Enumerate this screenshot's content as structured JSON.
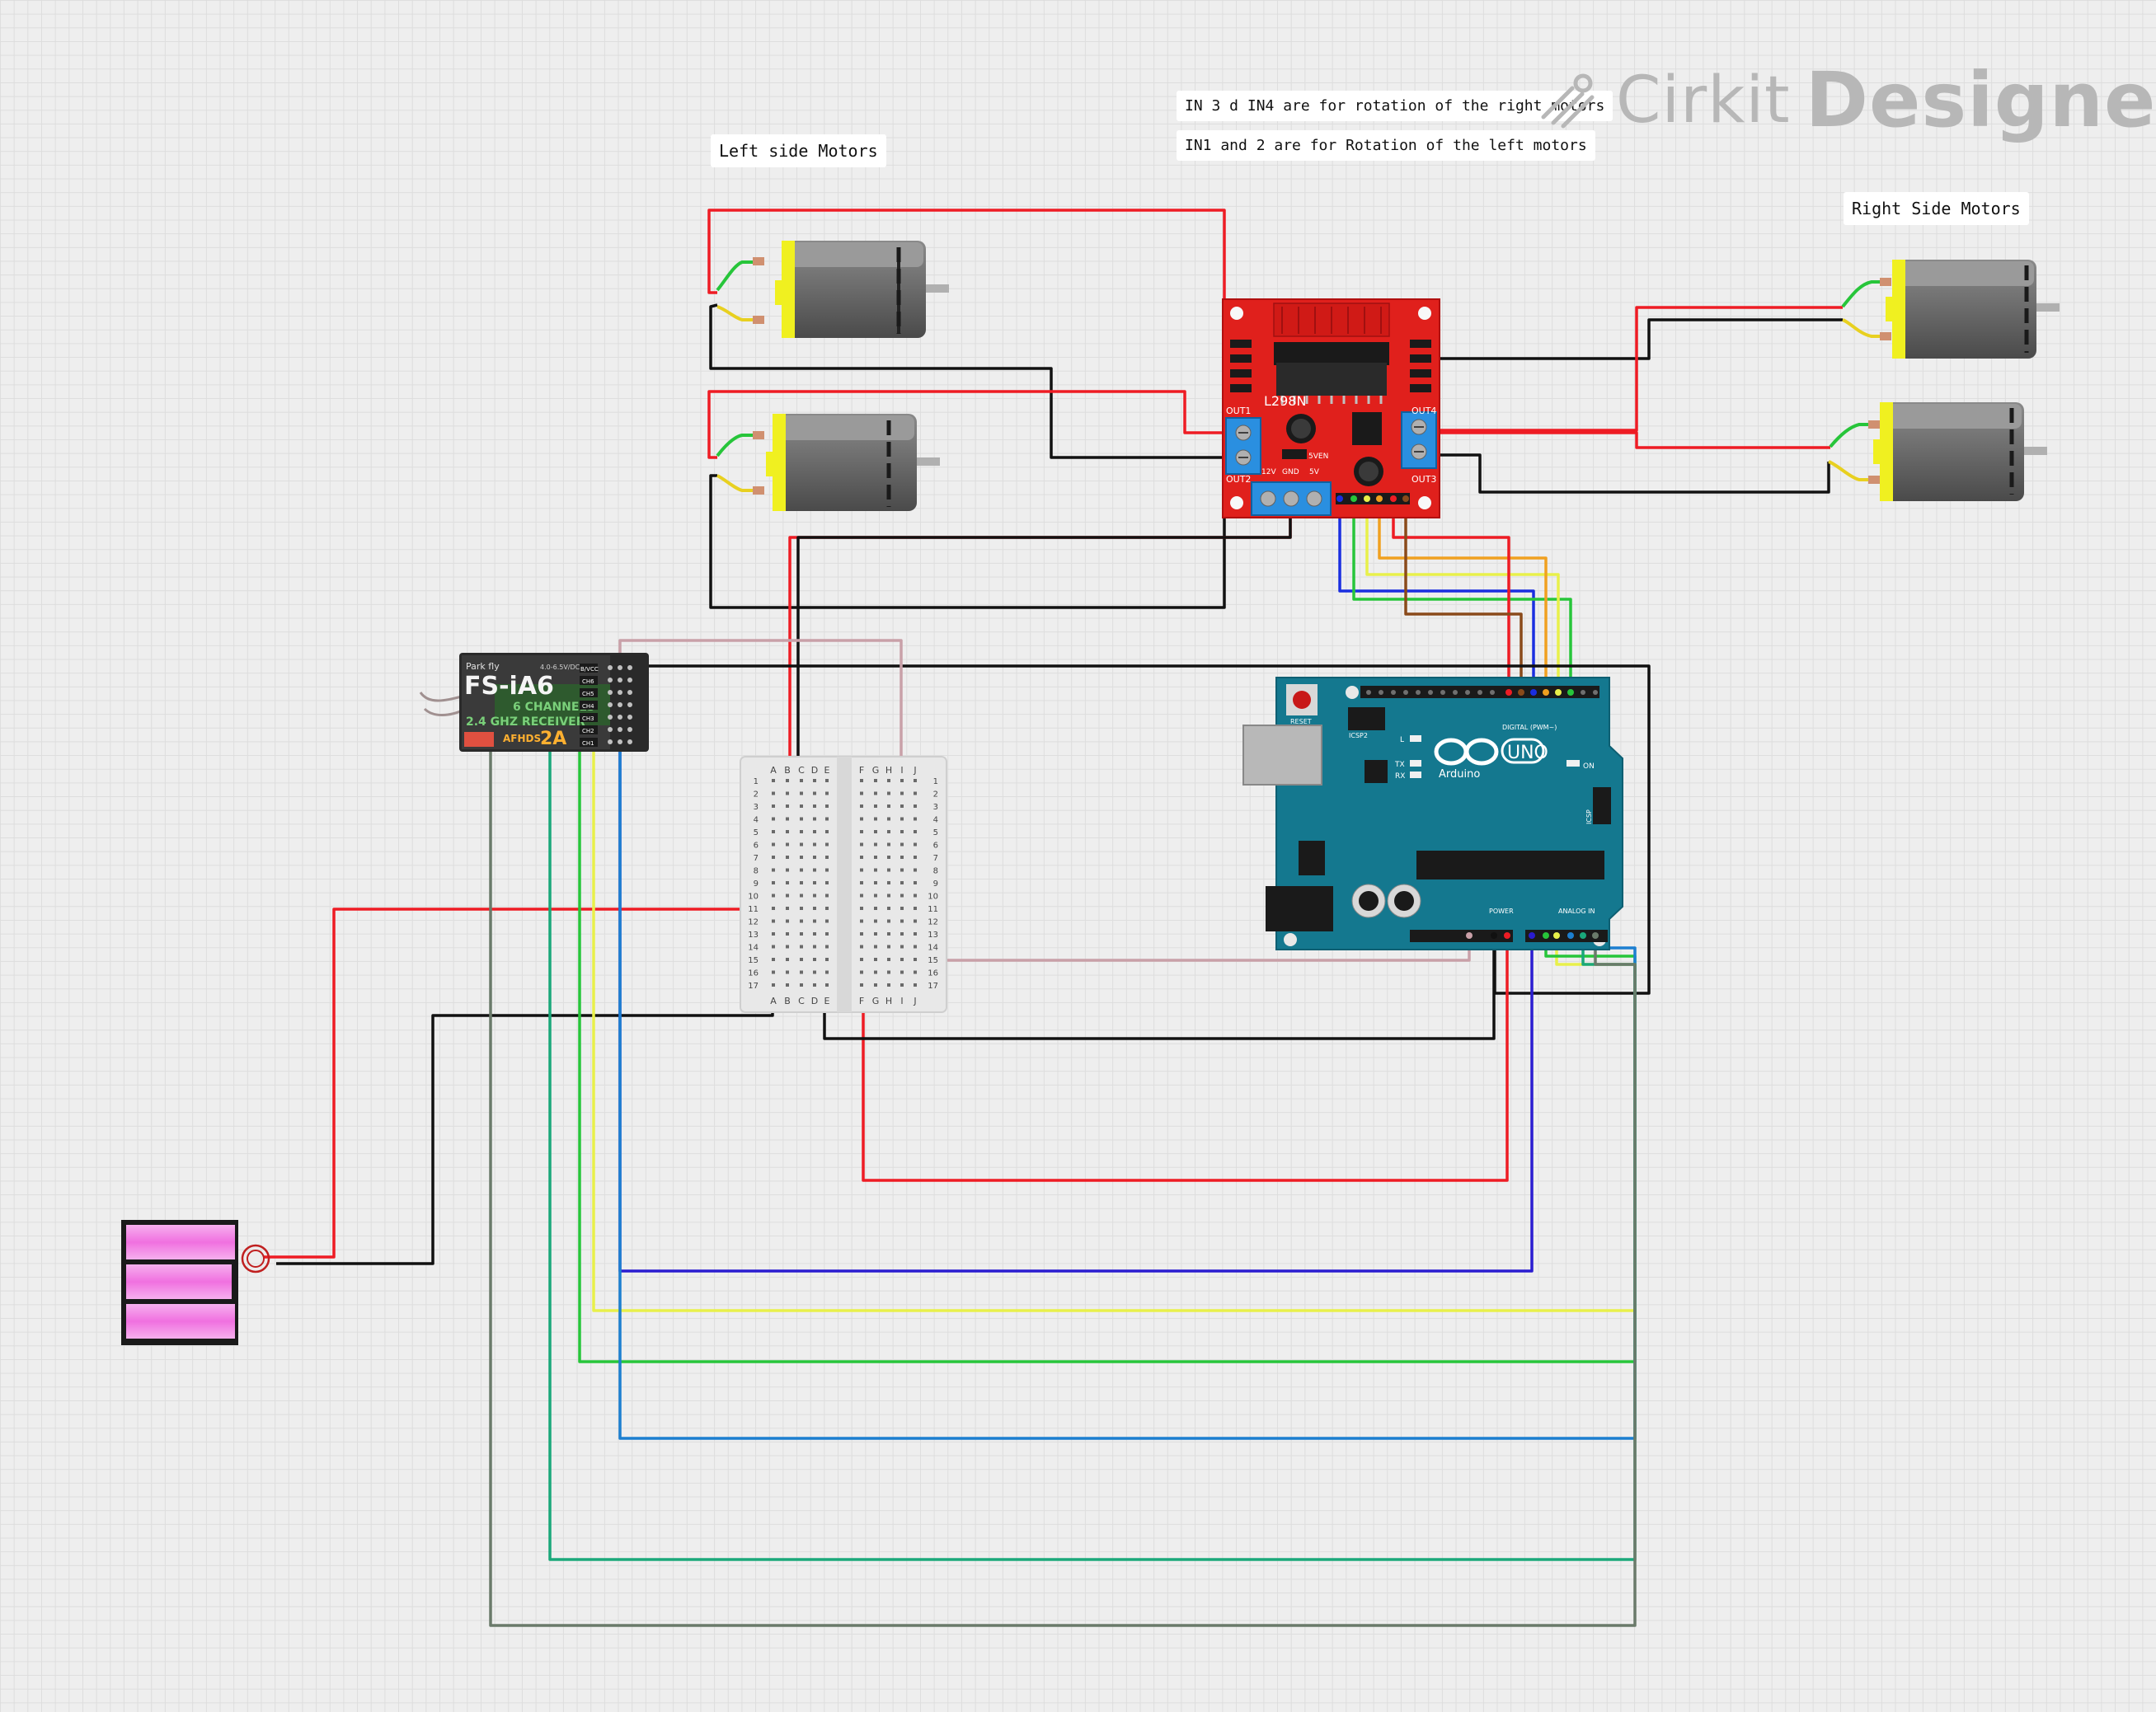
{
  "watermark": {
    "brand": "Cirkit",
    "product": "Designer"
  },
  "annotations": {
    "left_motors": "Left side Motors",
    "right_motors": "Right Side Motors",
    "in34_note": "IN 3 d IN4 are for rotation of the right motors",
    "in12_note": "IN1 and 2 are for Rotation of the left motors"
  },
  "l298n": {
    "chip": "L298N",
    "out1": "OUT1",
    "out2": "OUT2",
    "out3": "OUT3",
    "out4": "OUT4",
    "v12": "12V",
    "gnd": "GND",
    "v5": "5V",
    "en": "5VEN"
  },
  "receiver": {
    "brand": "Park fly",
    "model": "FS-iA6",
    "voltage": "4.0-6.5V/DC",
    "channels": "6 CHANNELS",
    "band": "2.4 GHZ RECEIVER",
    "afhds": "AFHDS",
    "afhds_ver": "2A",
    "pins": [
      "B/VCC",
      "CH6",
      "CH5",
      "CH4",
      "CH3",
      "CH2",
      "CH1"
    ]
  },
  "arduino": {
    "brand": "Arduino",
    "model": "UNO",
    "reset": "RESET",
    "icsp2": "ICSP2",
    "icsp": "ICSP",
    "digital": "DIGITAL (PWM~)",
    "power": "POWER",
    "analog": "ANALOG IN",
    "on": "ON",
    "tx": "TX",
    "rx": "RX",
    "l": "L"
  },
  "breadboard": {
    "cols_left": [
      "A",
      "B",
      "C",
      "D",
      "E"
    ],
    "cols_right": [
      "F",
      "G",
      "H",
      "I",
      "J"
    ],
    "rows": [
      "1",
      "2",
      "3",
      "4",
      "5",
      "6",
      "7",
      "8",
      "9",
      "10",
      "11",
      "12",
      "13",
      "14",
      "15",
      "16",
      "17"
    ]
  },
  "colors": {
    "red": "#ee1c24",
    "black": "#111111",
    "blue": "#1a2ee0",
    "yellow": "#e8f04a",
    "green": "#27c53a",
    "lightblue": "#1c7fd0",
    "teal": "#1aa87a",
    "gray": "#6a7a6a",
    "pink": "#c9a0a8",
    "orange": "#f0a020",
    "brown": "#8a4a1a",
    "driver_red": "#e0201c",
    "arduino_blue": "#14788f",
    "battery_pink": "#f080e0"
  }
}
